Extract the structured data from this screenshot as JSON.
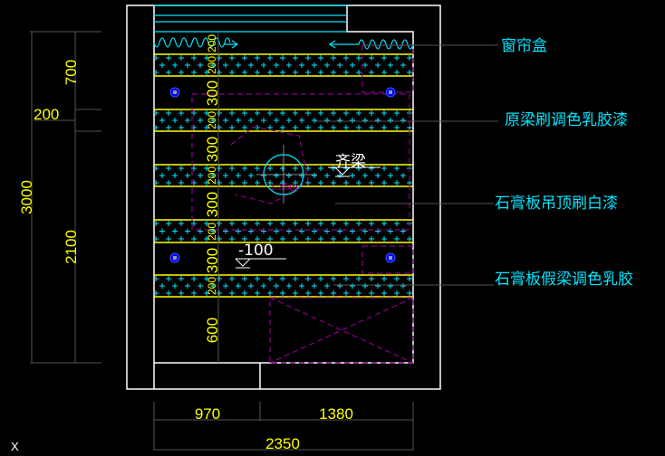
{
  "labels": [
    "窗帘盒",
    "原梁刷调色乳胶漆",
    "石膏板吊顶刷白漆",
    "石膏板假梁调色乳胶"
  ],
  "annotations": {
    "beam_level": "齐梁",
    "level": "-100",
    "fan": "1.35m"
  },
  "dimensions": {
    "left_total": "3000",
    "left_top": "700",
    "left_mid": "200",
    "left_bottom": "2100",
    "bottom_left": "970",
    "bottom_right": "1380",
    "bottom_total": "2350",
    "inner": [
      "200",
      "200",
      "300",
      "200",
      "300",
      "200",
      "300",
      "200",
      "300",
      "200",
      "600"
    ]
  },
  "ucs_axis": "X",
  "colors": {
    "background": "#000000",
    "walls": "#ffffff",
    "bands": "#ffff00",
    "pattern": "#00e5ff",
    "dashed": "#8b008b",
    "lights": "#0000ff"
  }
}
